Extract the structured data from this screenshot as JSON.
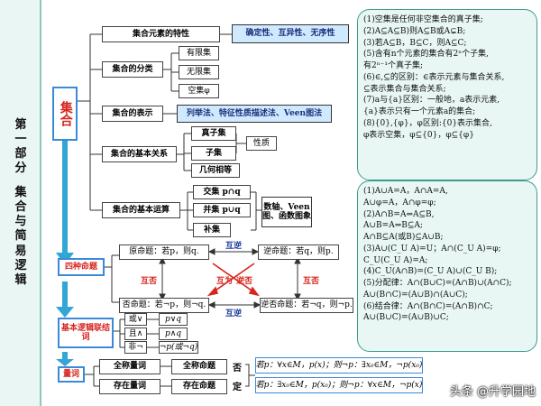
{
  "sidebar_title": [
    "第",
    "一",
    "部",
    "分",
    "",
    "集",
    "合",
    "与",
    "简",
    "易",
    "逻",
    "辑"
  ],
  "sets": {
    "root": "集合",
    "characteristics": "集合元素的特性",
    "characteristics_detail": "确定性、互异性、无序性",
    "classification": "集合的分类",
    "class_items": [
      "有限集",
      "无限集",
      "空集φ"
    ],
    "representation": "集合的表示",
    "representation_detail": "列举法、特征性质描述法、Veen图法",
    "relations": "集合的基本关系",
    "relation_items": [
      "真子集",
      "子集",
      "几何相等"
    ],
    "relation_property": "性质",
    "operations": "集合的基本运算",
    "op_items": [
      "交集 p∩q",
      "并集 p∪q",
      "补集"
    ],
    "op_tools": "数轴、Veen图、函数图象"
  },
  "propositions": {
    "title": "四种命题",
    "original": "原命题：若p，则q.",
    "converse": "逆命题：若q，则p.",
    "inverse": "否命题：若¬p，则¬q.",
    "contrapositive": "逆否命题：若¬q，则¬p.",
    "mutual_converse_top": "互逆",
    "mutual_converse_bottom": "互逆",
    "mutual_negation_left": "互否",
    "mutual_negation_right": "互否",
    "mutual_inverse_label": "互为",
    "mutual_inverse_label2": "逆否"
  },
  "logic": {
    "title": "基本逻辑联结词",
    "rows": [
      {
        "word": "或∨",
        "expr": "p∨q"
      },
      {
        "word": "且∧",
        "expr": "p∧q"
      },
      {
        "word": "非¬",
        "expr": "¬p(或¬q)"
      }
    ]
  },
  "quantifiers": {
    "title": "量词",
    "universal": "全称量词",
    "universal_prop": "全称命题",
    "existential": "存在量词",
    "existential_prop": "存在命题",
    "neg_label_1": "否",
    "neg_label_2": "定",
    "universal_neg": "若p：∀x∈M，p(x)；则¬p：∃x₀∈M，¬p(x₀)",
    "existential_neg": "若p：∃x₀∈M，p(x₀)；则¬p：∀x∈M，¬p(x)"
  },
  "notes_top": [
    "(1)空集是任何非空集合的真子集;",
    "(2)A⊆A⊆B)则A⊆B或A⊊B;",
    "(3)若A⊆B，B⊆C，则A⊆C;",
    "(5)含有n个元素的集合有2ⁿ个子集,",
    "有2ⁿ⁻¹个真子集;",
    "(6)∈,⊆的区别：∈表示元素与集合关系,",
    "⊆表示集合与集合关系;",
    "(7)a与{a}区别：一般地，a表示元素,",
    "{a}表示只有一个元素a的集合;",
    "(8){0},{φ}，φ区别:{0}表示集合,",
    "φ表示空集，φ⊆{0}，φ⊆{φ}"
  ],
  "notes_bottom": [
    "(1)A∪A=A，A∩A=A,",
    "A∪φ=A，A∩φ=φ;",
    "(2)A∩B=A⇔A⊆B,",
    "A∪B=A⇔B⊆A;",
    "A∩B⊆A(或B)⊆A∪B;",
    "(3)A∪(C_U A)=U；A∩(C_U A)=φ;",
    "C_U(C_U A)=A;",
    "(4)C_U(A∩B)=(C_U A)∪(C_U B);",
    "(5)分配律：A∩(B∪C)=(A∩B)∪(A∩C);",
    "A∪(B∩C)=(A∪B)∩(A∪C);",
    "(6)结合律：A∩(B∩C)=(A∩B)∩C;",
    "A∪(B∪C)=(A∪B)∪C;"
  ],
  "watermark": "头条 @升学园地",
  "colors": {
    "accent_red": "#d6261f",
    "highlight_blue": "#cfe9ff",
    "panel_green": "#e8f7f3"
  }
}
